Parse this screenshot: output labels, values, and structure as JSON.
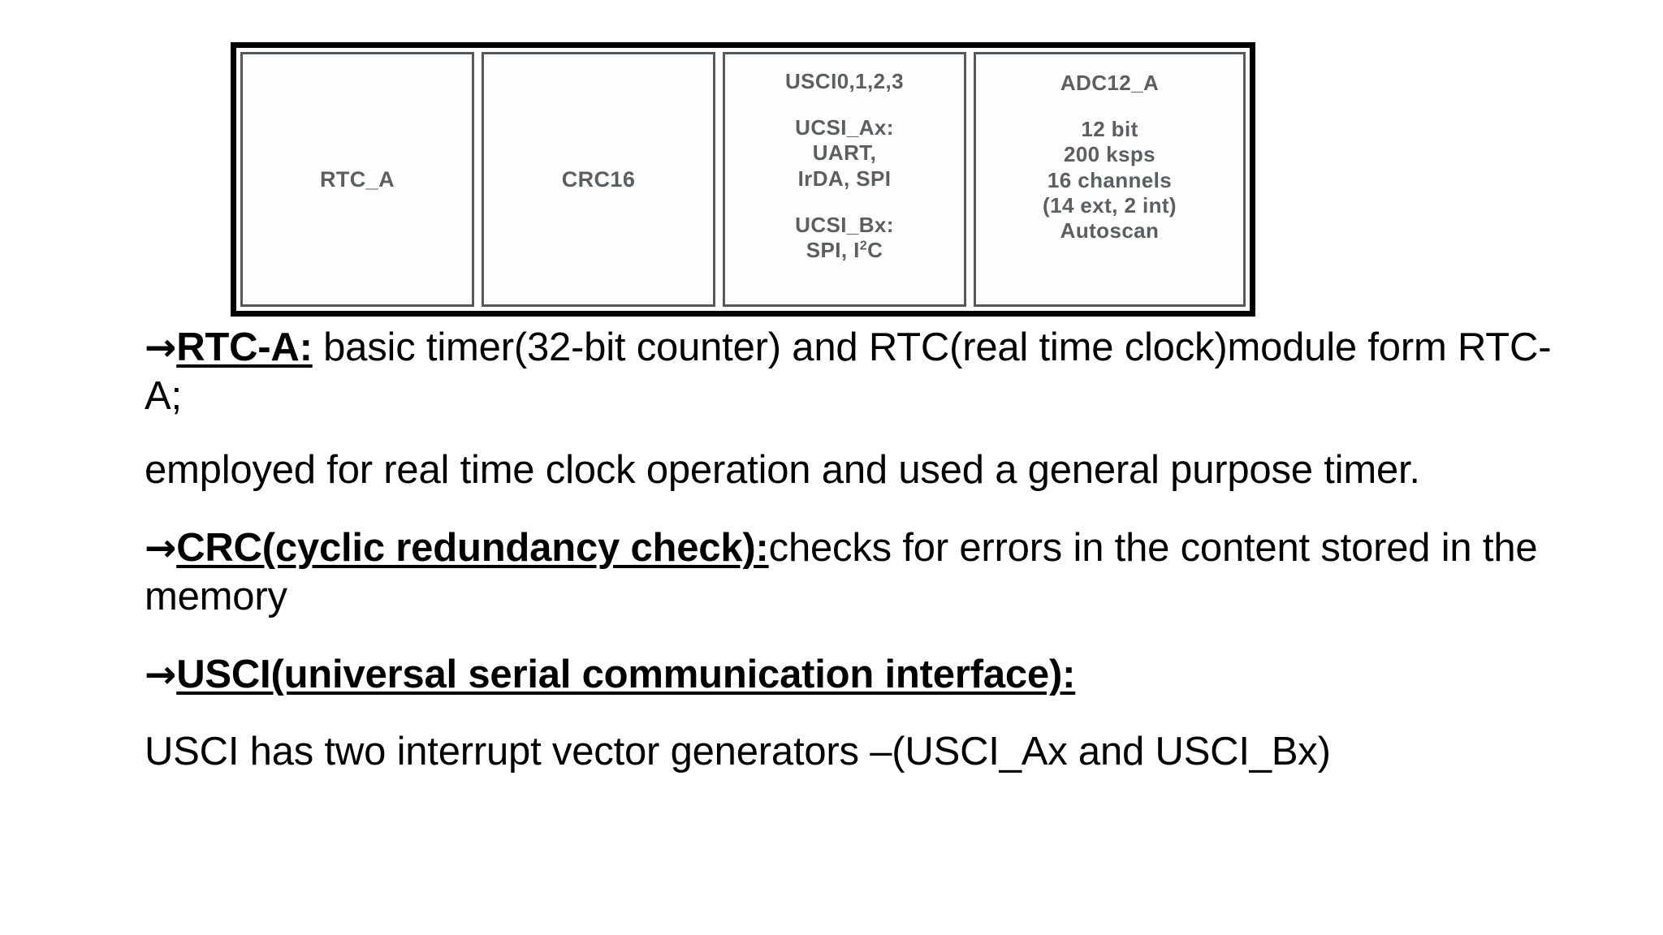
{
  "figure": {
    "name": "msp430-peripheral-block-diagram",
    "blocks": [
      {
        "id": "rtc",
        "lines": [
          "RTC_A"
        ]
      },
      {
        "id": "crc",
        "lines": [
          "CRC16"
        ]
      },
      {
        "id": "usci",
        "title": "USCI0,1,2,3",
        "lines": [
          "UCSI_Ax:",
          "UART,",
          "IrDA, SPI"
        ],
        "lines2": [
          "UCSI_Bx:",
          "SPI, I"
        ],
        "superscript": "2",
        "lines2_tail": "C"
      },
      {
        "id": "adc",
        "title": "ADC12_A",
        "lines": [
          "12 bit",
          "200 ksps",
          "16 channels",
          "(14 ext, 2 int)",
          "Autoscan"
        ]
      }
    ]
  },
  "content": {
    "p1": {
      "arrow": "→",
      "header": "RTC-A:",
      "body": " basic timer(32-bit counter) and RTC(real time clock)module form RTC-A;"
    },
    "p2": {
      "body": "employed for real time clock operation and used a general purpose timer."
    },
    "p3": {
      "arrow": "→",
      "header": "CRC(cyclic redundancy check):",
      "body": "checks for errors in the content stored in the memory"
    },
    "p4": {
      "arrow": "→",
      "header": "USCI(universal serial communication interface):"
    },
    "p5": {
      "body": "USCI has two interrupt vector generators –(USCI_Ax and USCI_Bx)"
    }
  },
  "colors": {
    "text": "#000000",
    "figure_border": "#000000",
    "block_border": "#55595c",
    "block_text": "#5b5f62",
    "background": "#ffffff"
  }
}
